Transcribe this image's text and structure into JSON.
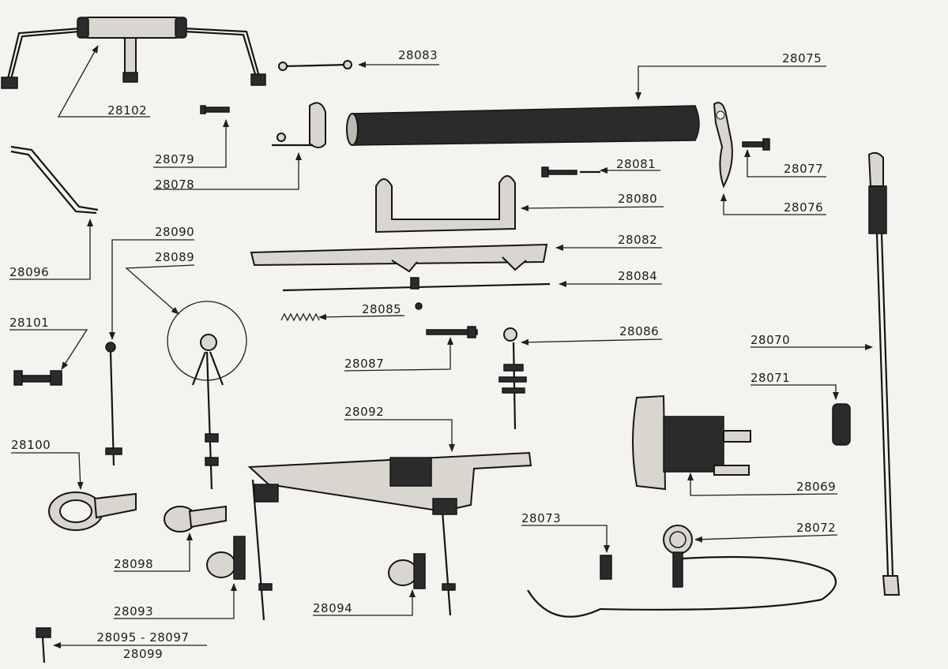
{
  "labels": {
    "p28102": "28102",
    "p28083": "28083",
    "p28075": "28075",
    "p28079": "28079",
    "p28078": "28078",
    "p28081": "28081",
    "p28077": "28077",
    "p28080": "28080",
    "p28076": "28076",
    "p28096": "28096",
    "p28090": "28090",
    "p28089": "28089",
    "p28082": "28082",
    "p28084": "28084",
    "p28085": "28085",
    "p28101": "28101",
    "p28086": "28086",
    "p28087": "28087",
    "p28070": "28070",
    "p28071": "28071",
    "p28092": "28092",
    "p28100": "28100",
    "p28069": "28069",
    "p28073": "28073",
    "p28072": "28072",
    "p28098": "28098",
    "p28093": "28093",
    "p28094": "28094",
    "p28095_97": "28095  -  28097",
    "p28099": "28099"
  }
}
